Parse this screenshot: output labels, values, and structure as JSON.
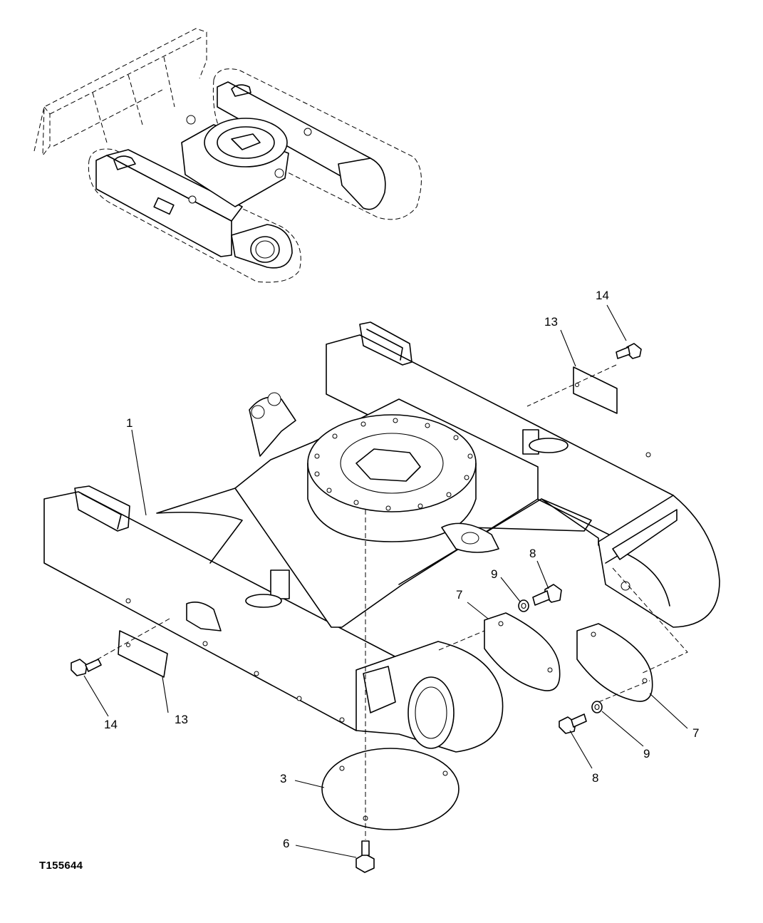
{
  "figure_id": "T155644",
  "callouts": {
    "c1": "1",
    "c3": "3",
    "c6": "6",
    "c7a": "7",
    "c7b": "7",
    "c8a": "8",
    "c8b": "8",
    "c9a": "9",
    "c9b": "9",
    "c13a": "13",
    "c13b": "13",
    "c14a": "14",
    "c14b": "14"
  }
}
